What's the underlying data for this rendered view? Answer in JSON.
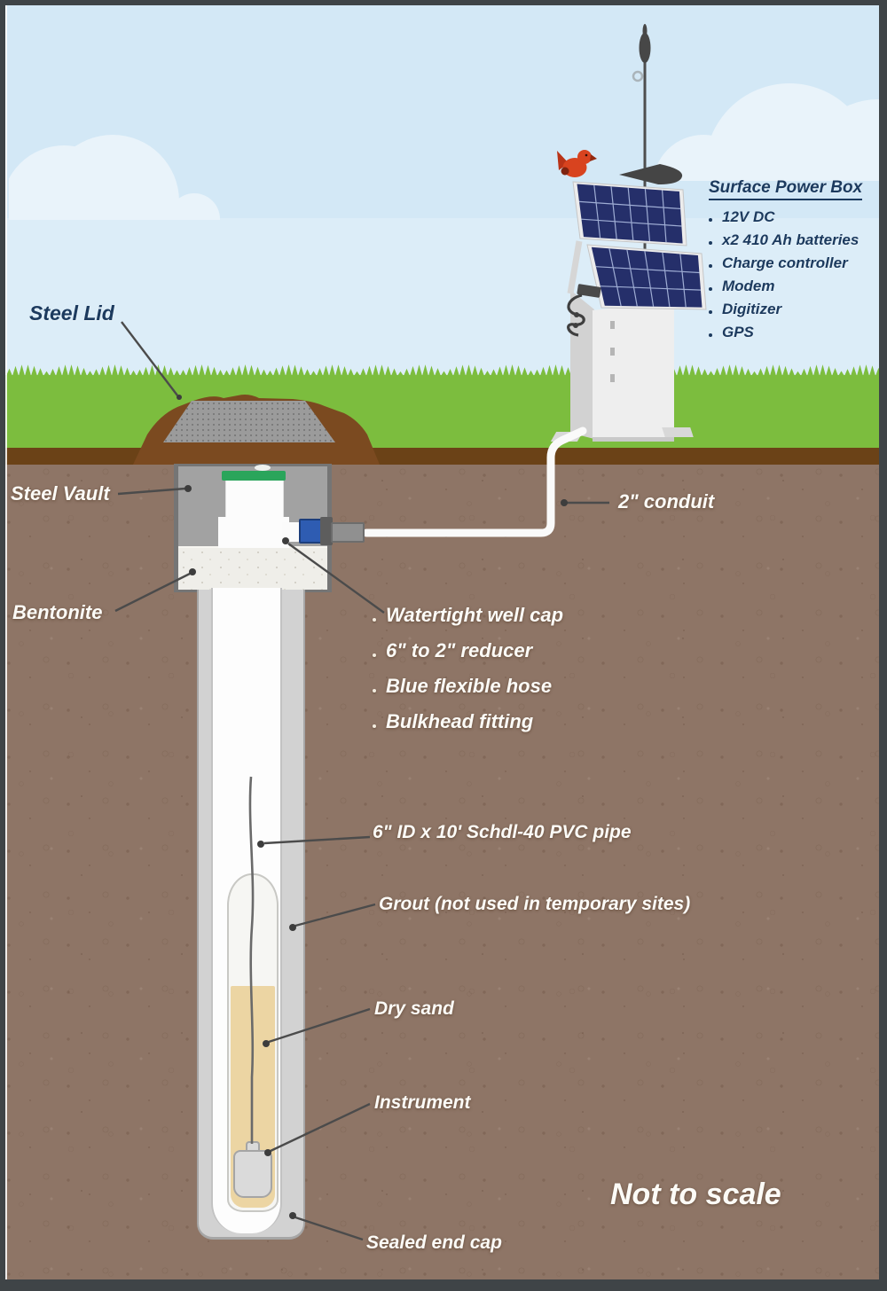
{
  "colors": {
    "sky": "#d3e8f6",
    "sky-light": "#dcedf8",
    "cloud": "#e9f3fa",
    "grass": "#7cbd3e",
    "dirt": "#6b4217",
    "soil": "#8e7566",
    "navy": "#1c3a5e",
    "panel": "#252f6a",
    "cap-green": "#2aa55b",
    "blue": "#2e5cb2",
    "sand": "#ecd5a3",
    "bird-red": "#d8431f"
  },
  "labels": {
    "steel_lid": "Steel Lid",
    "steel_vault": "Steel Vault",
    "conduit": "2\" conduit",
    "bentonite": "Bentonite",
    "pvc_pipe": "6\" ID x 10' Schdl-40 PVC pipe",
    "grout": "Grout (not used in temporary sites)",
    "dry_sand": "Dry sand",
    "instrument": "Instrument",
    "sealed_end_cap": "Sealed end cap",
    "scale_note": "Not to scale"
  },
  "power_box": {
    "title": "Surface Power Box",
    "items": [
      "12V DC",
      "x2 410 Ah batteries",
      "Charge controller",
      "Modem",
      "Digitizer",
      "GPS"
    ]
  },
  "wellhead": {
    "items": [
      "Watertight well cap",
      "6\" to 2\" reducer",
      "Blue flexible hose",
      "Bulkhead fitting"
    ]
  }
}
